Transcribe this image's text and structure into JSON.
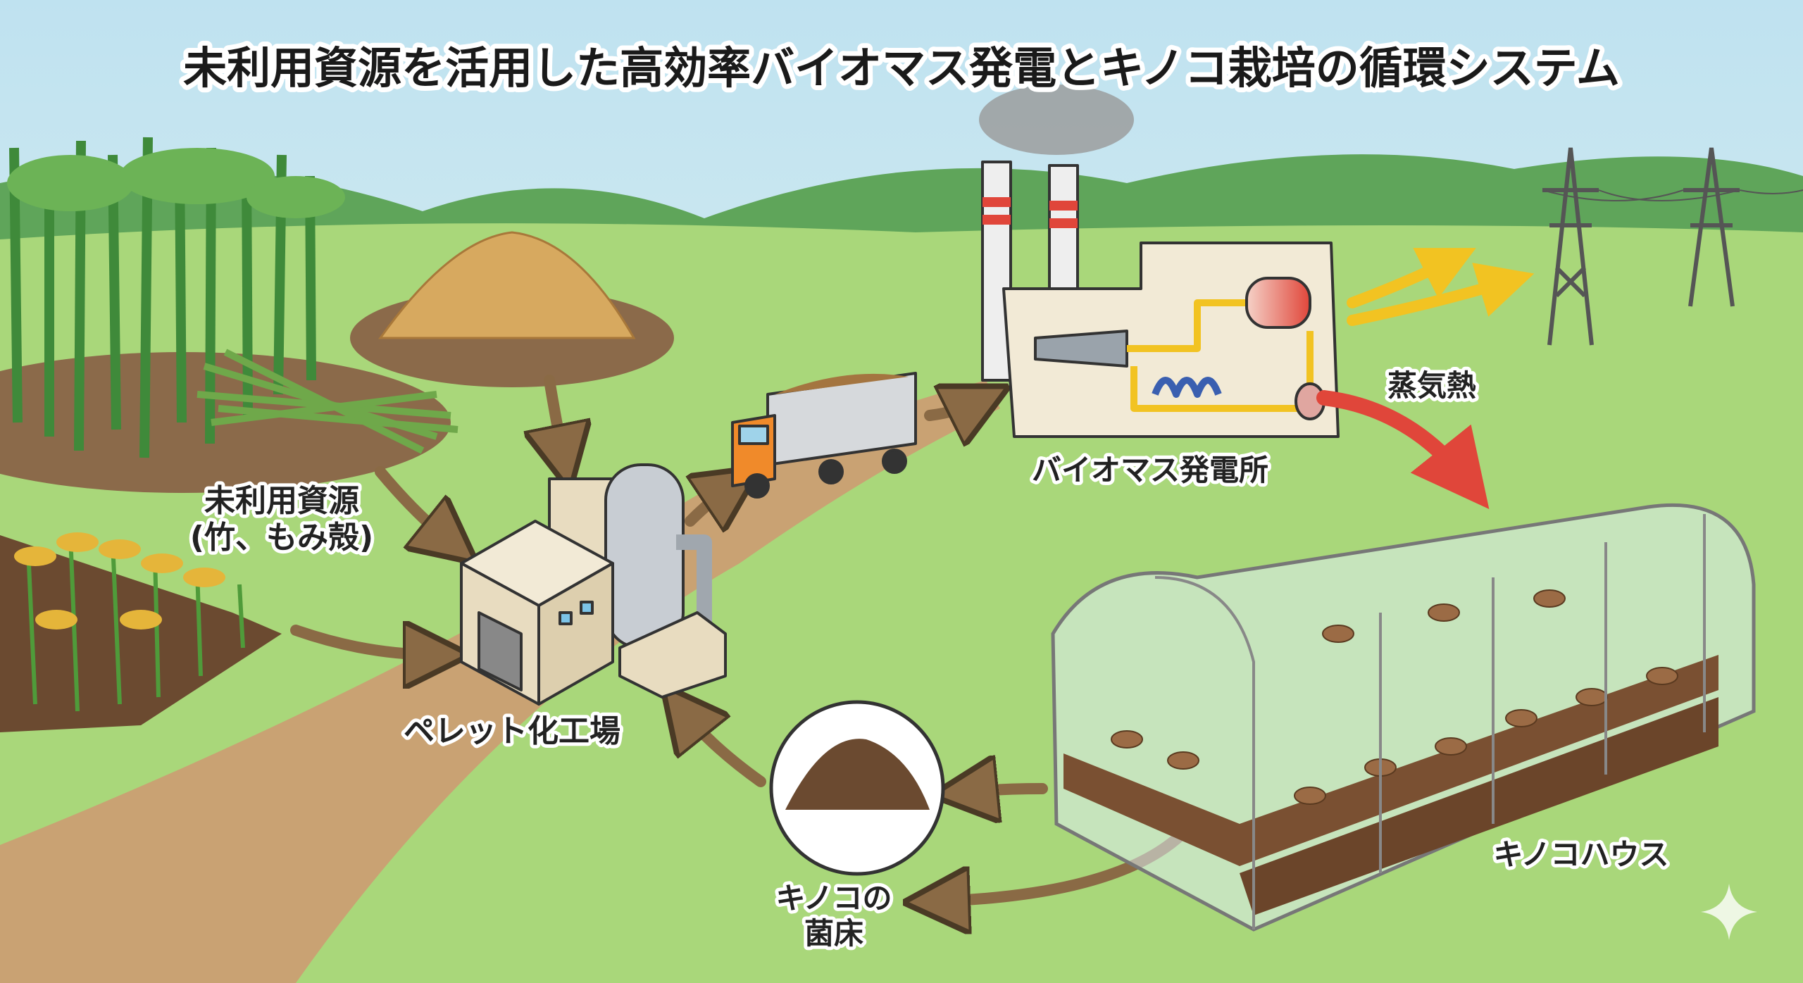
{
  "title": "未利用資源を活用した高効率バイオマス発電とキノコ栽培の循環システム",
  "labels": {
    "resources_line1": "未利用資源",
    "resources_line2": "(竹、もみ殻)",
    "pellet_factory": "ペレット化工場",
    "power_plant": "バイオマス発電所",
    "steam_heat": "蒸気熱",
    "mushroom_house": "キノコハウス",
    "substrate_line1": "キノコの",
    "substrate_line2": "菌床"
  },
  "colors": {
    "sky": "#cfe9f3",
    "grass": "#a9d77a",
    "hills": "#5fa55a",
    "road": "#c9a273",
    "arrow_brown": "#8a6a45",
    "heat_arrow": "#e0463a",
    "power_arrow": "#f2c322"
  }
}
